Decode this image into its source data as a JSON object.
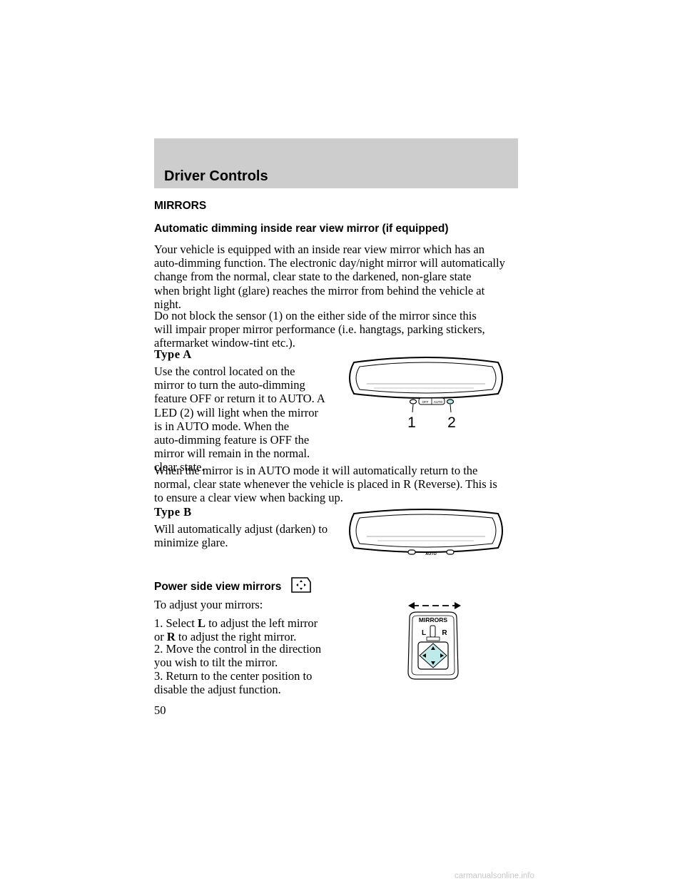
{
  "header": {
    "title": "Driver Controls"
  },
  "section_title": "MIRRORS",
  "auto_dimming": {
    "heading": "Automatic dimming inside rear view mirror (if equipped)",
    "para1": [
      "Your vehicle is equipped with an inside rear view mirror which has an",
      "auto-dimming function. The electronic day/night mirror will automatically",
      "change from the normal, clear state to the darkened, non-glare state",
      "when bright light (glare) reaches the mirror from behind the vehicle at",
      "night."
    ],
    "para2": [
      "Do not block the sensor (1) on the either side of the mirror since this",
      "will impair proper mirror performance (i.e. hangtags, parking stickers,",
      "aftermarket window-tint etc.)."
    ]
  },
  "type_a": {
    "heading": "Type A",
    "para": [
      "Use the control located on the",
      "mirror to turn the auto-dimming",
      "feature OFF or return it to AUTO. A",
      "LED (2) will light when the mirror",
      "is in AUTO mode. When the",
      "auto-dimming feature is OFF the",
      "mirror will remain in the normal.",
      "clear state."
    ],
    "para_after": [
      "When the mirror is in AUTO mode it will automatically return to the",
      "normal, clear state whenever the vehicle is placed in R (Reverse). This is",
      "to ensure a clear view when backing up."
    ],
    "figure": {
      "button_off": "OFF",
      "button_auto": "AUTO",
      "callout_1": "1",
      "callout_2": "2"
    }
  },
  "type_b": {
    "heading": "Type B",
    "para": [
      "Will automatically adjust (darken) to",
      "minimize glare."
    ],
    "figure": {
      "label": "AUTO"
    }
  },
  "power_mirrors": {
    "heading": "Power side view mirrors",
    "heading_icon": "mirror-control-icon",
    "intro": "To adjust your mirrors:",
    "step1": {
      "a": "1. Select ",
      "L": "L",
      "b": " to adjust the left mirror",
      "c": "or ",
      "R": "R",
      "d": " to adjust the right mirror."
    },
    "step2": [
      "2. Move the control in the direction",
      "you wish to tilt the mirror."
    ],
    "step3": [
      "3. Return to the center position to",
      "disable the adjust function."
    ],
    "figure": {
      "title": "MIRRORS",
      "left": "L",
      "right": "R"
    }
  },
  "page_number": "50",
  "footer": "carmanualsonline.info"
}
